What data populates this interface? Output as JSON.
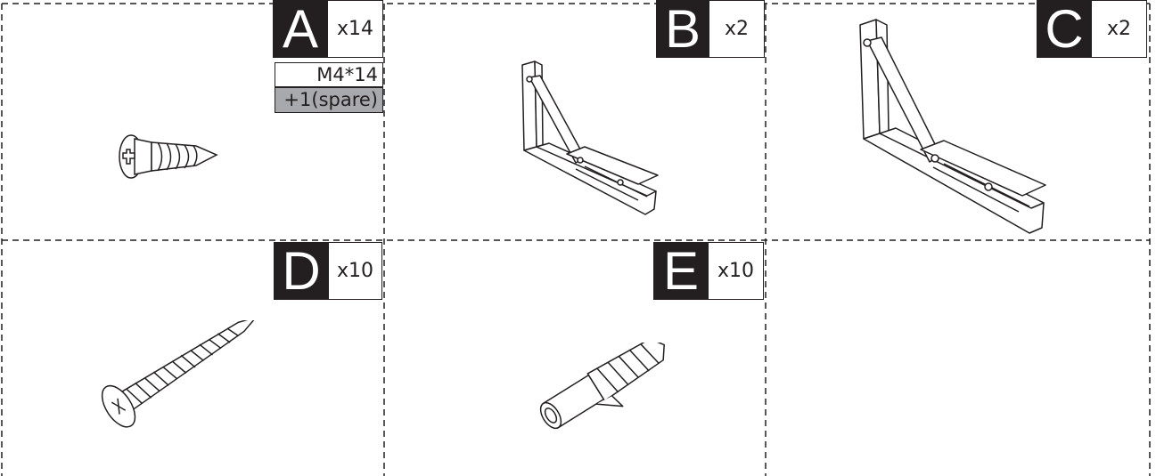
{
  "parts": [
    {
      "letter": "A",
      "qty": "x14",
      "size": "M4*14",
      "spare": "+1(spare)",
      "item": "short-screw"
    },
    {
      "letter": "B",
      "qty": "x2",
      "item": "small-folding-bracket"
    },
    {
      "letter": "C",
      "qty": "x2",
      "item": "large-folding-bracket"
    },
    {
      "letter": "D",
      "qty": "x10",
      "item": "long-screw"
    },
    {
      "letter": "E",
      "qty": "x10",
      "item": "wall-anchor"
    }
  ],
  "colors": {
    "ink": "#231f20",
    "spare_fill": "#a7a9ac",
    "background": "#ffffff"
  }
}
